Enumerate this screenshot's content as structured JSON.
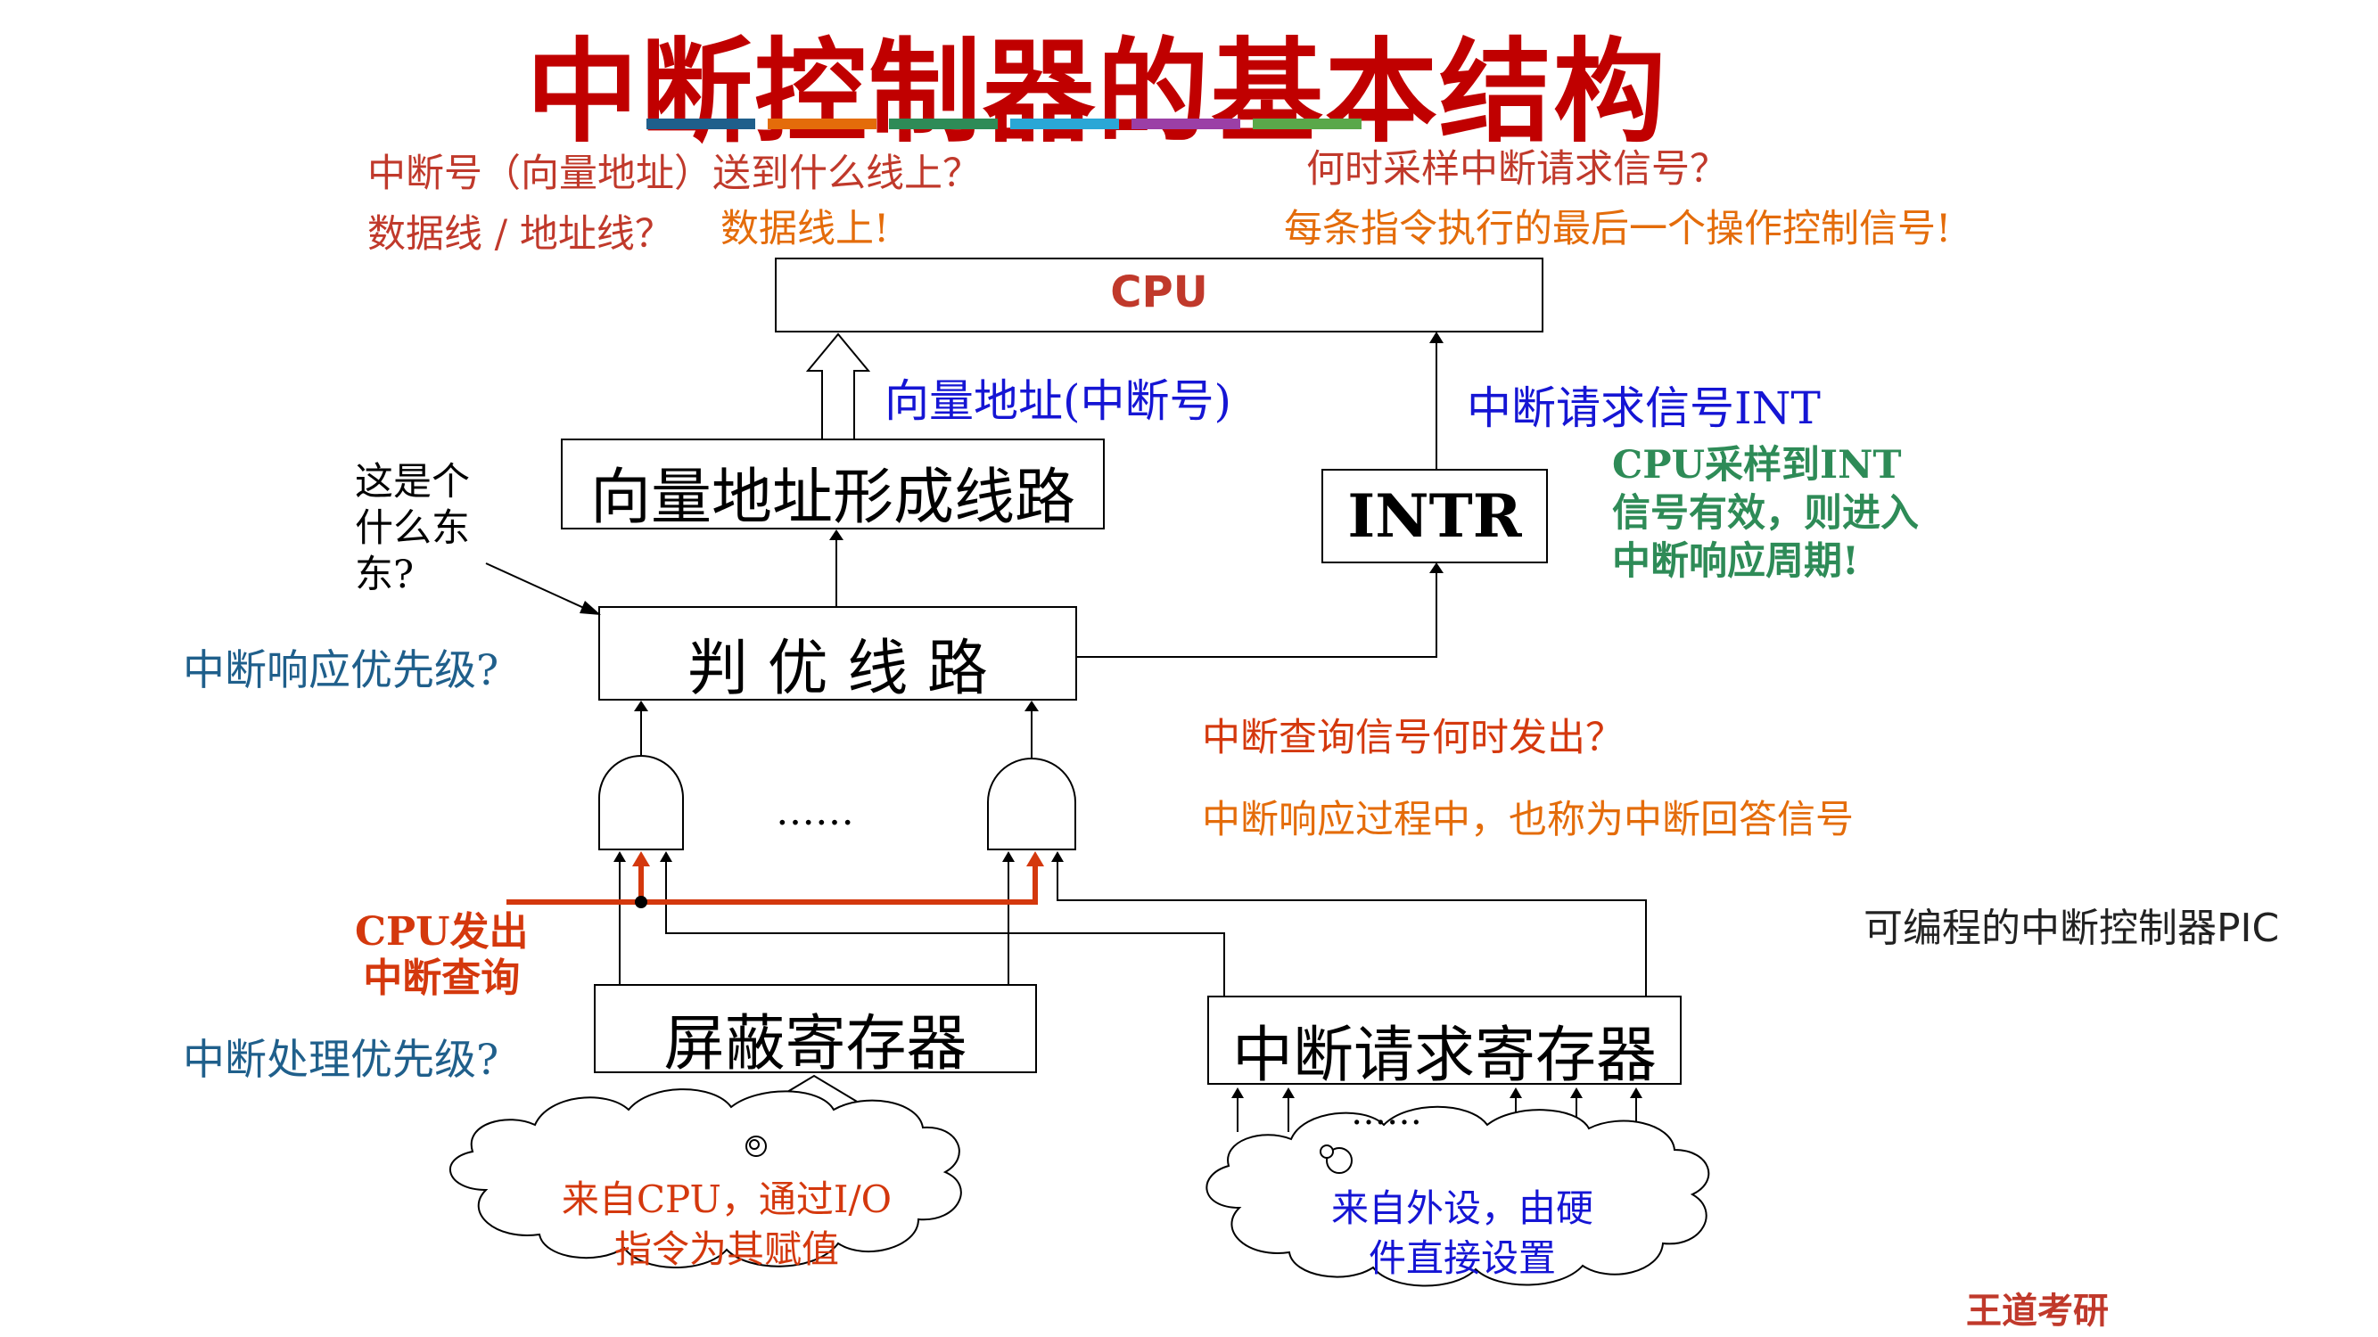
{
  "title": "中断控制器的基本结构",
  "title_bar_colors": [
    "#1f5f8b",
    "#e46c0a",
    "#2e8b57",
    "#2aa7d6",
    "#9b3fa6",
    "#5aa84a"
  ],
  "questions": {
    "vector_where": "中断号（向量地址）送到什么线上？",
    "data_or_addr": "数据线 / 地址线？",
    "vector_answer": "数据线上!",
    "when_sample": "何时采样中断请求信号？",
    "sample_answer": "每条指令执行的最后一个操作控制信号!",
    "what_is_this": "这是个\n什么东\n东?",
    "response_priority": "中断响应优先级?",
    "query_when": "中断查询信号何时发出？",
    "query_answer": "中断响应过程中，也称为中断回答信号",
    "processing_priority": "中断处理优先级?",
    "cpu_query": "CPU发出\n中断查询"
  },
  "boxes": {
    "cpu": "CPU",
    "vector_circuit": "向量地址形成线路",
    "intr": "INTR",
    "priority_circuit": "判 优 线 路",
    "mask_register": "屏蔽寄存器",
    "request_register": "中断请求寄存器"
  },
  "labels": {
    "vector_address": "向量地址(中断号)",
    "int_signal": "中断请求信号INT",
    "cpu_sample_note": "CPU采样到INT信号有效，则进入中断响应周期!",
    "ellipsis_gates": "……",
    "ellipsis_inputs": "……",
    "pic": "可编程的中断控制器PIC",
    "brand": "王道考研"
  },
  "clouds": {
    "left": "来自CPU，通过I/O\n指令为其赋值",
    "right": "来自外设，由硬\n件直接设置"
  }
}
